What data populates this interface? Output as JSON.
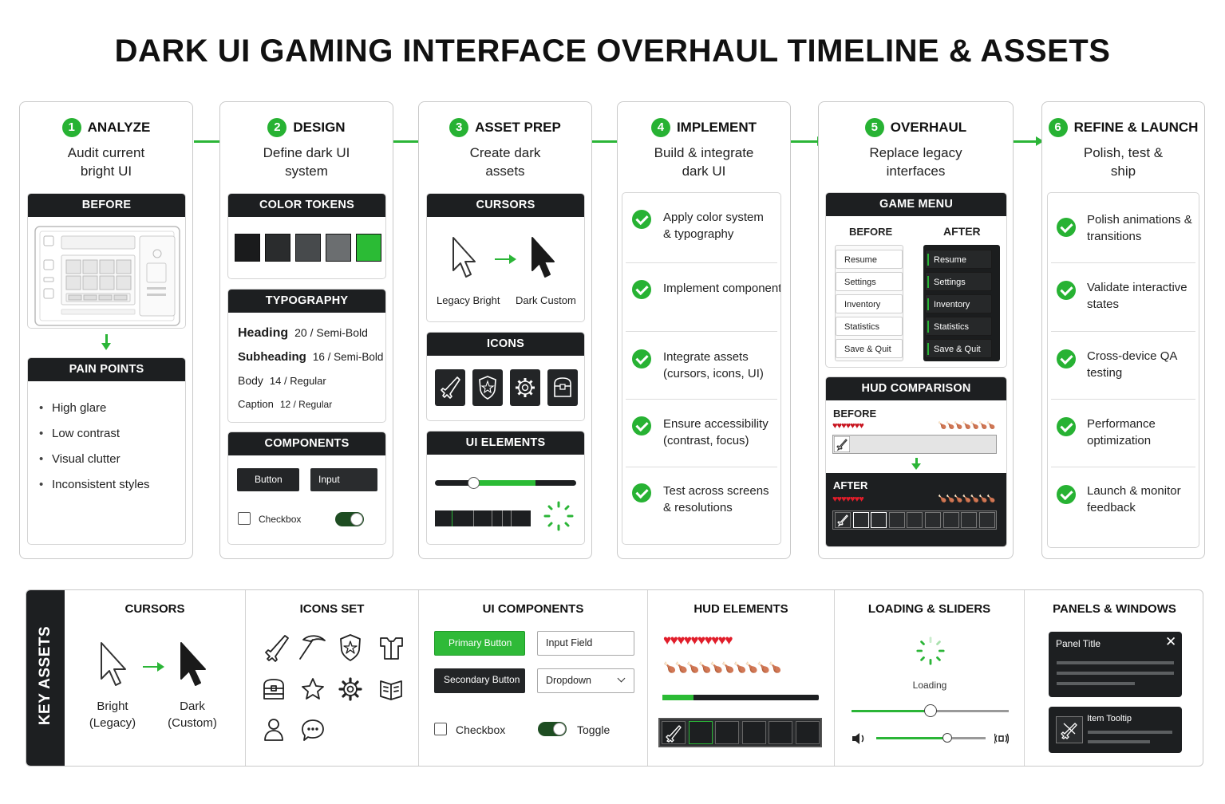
{
  "title": "DARK UI GAMING INTERFACE OVERHAUL TIMELINE & ASSETS",
  "stages": [
    {
      "num": "1",
      "name": "ANALYZE",
      "sub": "Audit current bright UI"
    },
    {
      "num": "2",
      "name": "DESIGN",
      "sub": "Define dark UI system"
    },
    {
      "num": "3",
      "name": "ASSET PREP",
      "sub": "Create dark assets"
    },
    {
      "num": "4",
      "name": "IMPLEMENT",
      "sub": "Build & integrate dark UI"
    },
    {
      "num": "5",
      "name": "OVERHAUL",
      "sub": "Replace legacy interfaces"
    },
    {
      "num": "6",
      "name": "REFINE & LAUNCH",
      "sub": "Polish, test & ship"
    }
  ],
  "analyze": {
    "before_title": "BEFORE",
    "pain_title": "PAIN POINTS",
    "pain_points": [
      "High glare",
      "Low contrast",
      "Visual clutter",
      "Inconsistent styles"
    ]
  },
  "design": {
    "color_title": "COLOR TOKENS",
    "colors": [
      "#1a1b1c",
      "#2a2c2d",
      "#474a4c",
      "#6b6e70",
      "#2bbb35"
    ],
    "typo_title": "TYPOGRAPHY",
    "typography": [
      {
        "name": "Heading",
        "spec": "20 / Semi-Bold"
      },
      {
        "name": "Subheading",
        "spec": "16 / Semi-Bold"
      },
      {
        "name": "Body",
        "spec": "14 / Regular"
      },
      {
        "name": "Caption",
        "spec": "12 / Regular"
      }
    ],
    "comp_title": "COMPONENTS",
    "button": "Button",
    "input": "Input",
    "checkbox": "Checkbox"
  },
  "asset_prep": {
    "cursors_title": "CURSORS",
    "legacy": "Legacy Bright",
    "custom": "Dark Custom",
    "icons_title": "ICONS",
    "icons": [
      "sword-icon",
      "shield-icon",
      "gear-icon",
      "chest-icon"
    ],
    "ui_title": "UI ELEMENTS",
    "slider_value": 0.27
  },
  "implement": {
    "items": [
      "Apply color system & typography",
      "Implement components & states",
      "Integrate assets (cursors, icons, UI)",
      "Ensure accessibility (contrast, focus)",
      "Test across screens & resolutions"
    ]
  },
  "overhaul": {
    "menu_title": "GAME MENU",
    "before": "BEFORE",
    "after": "AFTER",
    "menu_items": [
      "Resume",
      "Settings",
      "Inventory",
      "Statistics",
      "Save & Quit"
    ],
    "hud_title": "HUD COMPARISON",
    "hud_before": "BEFORE",
    "hud_after": "AFTER",
    "hearts": "♥♥♥♥♥♥♥",
    "drums": "🍗🍗🍗🍗🍗🍗🍗"
  },
  "refine": {
    "items": [
      "Polish animations & transitions",
      "Validate interactive states",
      "Cross-device QA testing",
      "Performance optimization",
      "Launch & monitor feedback"
    ]
  },
  "key_assets": {
    "label": "KEY ASSETS",
    "cursors_title": "CURSORS",
    "bright": "Bright",
    "legacy": "(Legacy)",
    "dark": "Dark",
    "custom": "(Custom)",
    "icons_title": "ICONS SET",
    "icons": [
      "sword-icon",
      "pickaxe-icon",
      "shield-icon",
      "armor-icon",
      "chest-icon",
      "star-icon",
      "gear-icon",
      "map-icon",
      "user-icon",
      "chat-icon"
    ],
    "ui_title": "UI COMPONENTS",
    "primary": "Primary Button",
    "input_field": "Input Field",
    "secondary": "Secondary Button",
    "dropdown": "Dropdown",
    "checkbox": "Checkbox",
    "toggle": "Toggle",
    "hud_title": "HUD ELEMENTS",
    "hearts": "♥♥♥♥♥♥♥♥♥♥",
    "drums": "🍗🍗🍗🍗🍗🍗🍗🍗🍗🍗",
    "xp_value": 0.2,
    "loading_title": "LOADING & SLIDERS",
    "loading": "Loading",
    "slider1_value": 0.5,
    "slider2_value": 0.65,
    "panels_title": "PANELS & WINDOWS",
    "panel_title": "Panel Title",
    "tooltip": "Item Tooltip"
  },
  "colors": {
    "accent": "#2bb537",
    "dark": "#1d1f21"
  }
}
